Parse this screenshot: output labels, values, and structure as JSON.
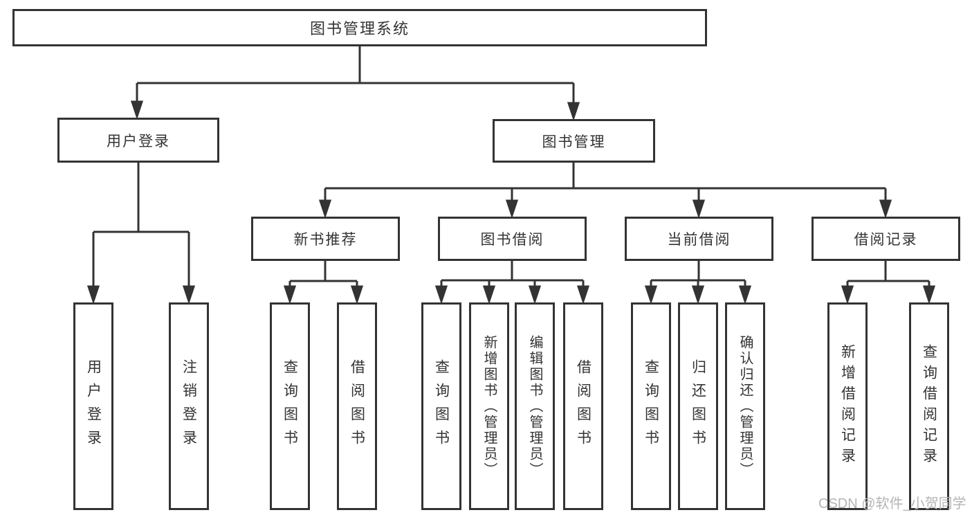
{
  "diagram_type": "hierarchy-tree",
  "tree": {
    "label": "图书管理系统",
    "children": [
      {
        "label": "用户登录",
        "children": [
          {
            "label": "用户登录"
          },
          {
            "label": "注销登录"
          }
        ]
      },
      {
        "label": "图书管理",
        "children": [
          {
            "label": "新书推荐",
            "children": [
              {
                "label": "查询图书"
              },
              {
                "label": "借阅图书"
              }
            ]
          },
          {
            "label": "图书借阅",
            "children": [
              {
                "label": "查询图书"
              },
              {
                "label": "新增图书（管理员）"
              },
              {
                "label": "编辑图书（管理员）"
              },
              {
                "label": "借阅图书"
              }
            ]
          },
          {
            "label": "当前借阅",
            "children": [
              {
                "label": "查询图书"
              },
              {
                "label": "归还图书"
              },
              {
                "label": "确认归还（管理员）"
              }
            ]
          },
          {
            "label": "借阅记录",
            "children": [
              {
                "label": "新增借阅记录"
              },
              {
                "label": "查询借阅记录"
              }
            ]
          }
        ]
      }
    ]
  },
  "watermark": {
    "text": "CSDN @软件_小贺同学"
  },
  "colors": {
    "line": "#333333",
    "text": "#333333",
    "background": "#ffffff",
    "watermark": "#b5b5b5"
  }
}
